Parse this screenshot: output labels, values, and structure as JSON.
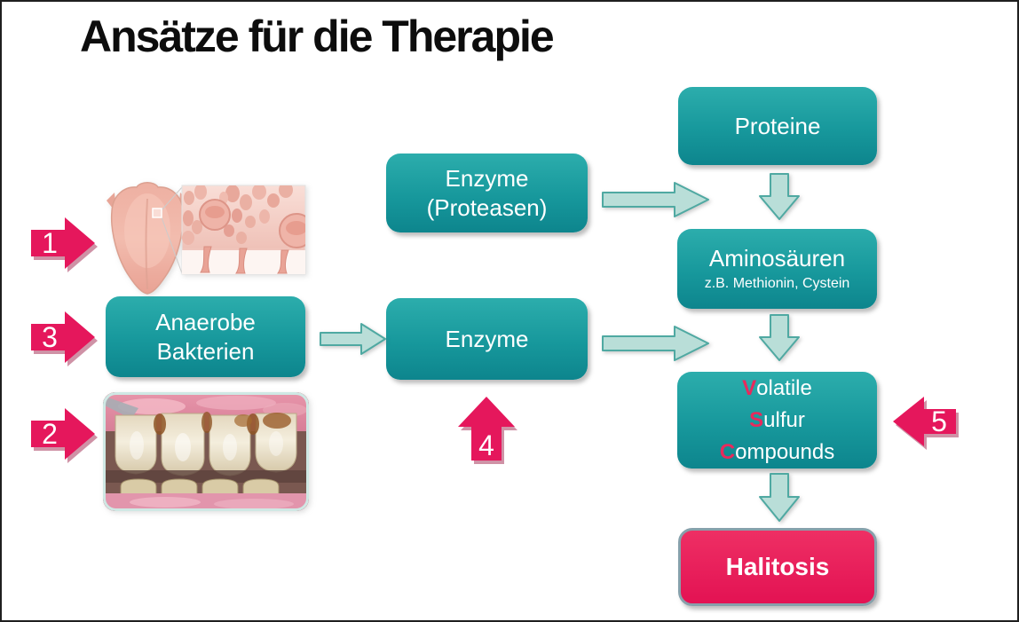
{
  "slide": {
    "title": "Ansätze für die Therapie"
  },
  "boxes": {
    "proteine": {
      "label": "Proteine"
    },
    "enzyme_proteasen": {
      "line1": "Enzyme",
      "line2": "(Proteasen)"
    },
    "aminosaeuren": {
      "label": "Aminosäuren",
      "sublabel": "z.B. Methionin, Cystein"
    },
    "anaerobe_bakterien": {
      "line1": "Anaerobe",
      "line2": "Bakterien"
    },
    "enzyme": {
      "label": "Enzyme"
    },
    "vsc": {
      "lines": [
        {
          "initial": "V",
          "rest": "olatile"
        },
        {
          "initial": "S",
          "rest": "ulfur"
        },
        {
          "initial": "C",
          "rest": "ompounds"
        }
      ]
    },
    "halitosis": {
      "label": "Halitosis"
    }
  },
  "numbered_arrows": [
    {
      "number": "1"
    },
    {
      "number": "2"
    },
    {
      "number": "3"
    },
    {
      "number": "4"
    },
    {
      "number": "5"
    }
  ],
  "figures": [
    {
      "name": "tongue-illustration"
    },
    {
      "name": "tongue-papillae-closeup-illustration"
    },
    {
      "name": "periodontitis-teeth-photo"
    }
  ],
  "colors": {
    "box_teal_top": "#2cadac",
    "box_teal_bottom": "#0d858d",
    "flow_arrow_fill": "#b9ded8",
    "flow_arrow_stroke": "#4fa9a2",
    "crimson": "#e5175c",
    "box_text": "#ffffff",
    "title_text": "#0d0d0d"
  }
}
